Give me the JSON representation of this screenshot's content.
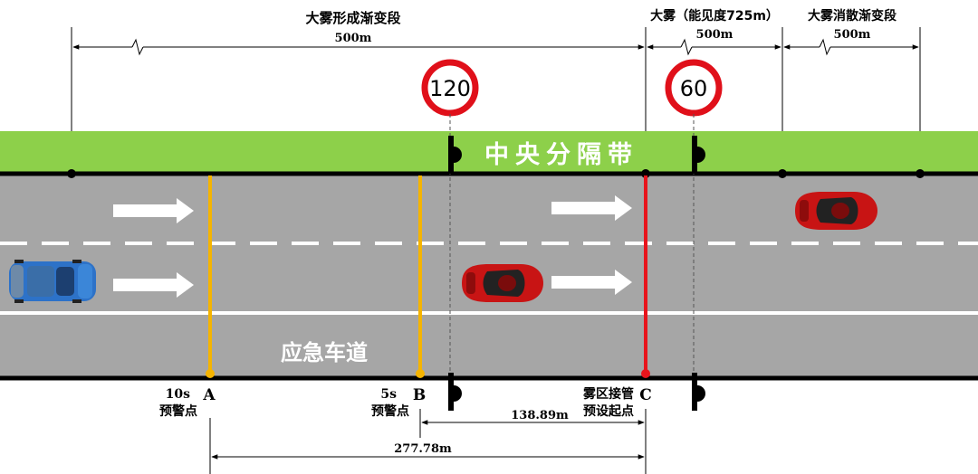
{
  "top_sections": {
    "formation": {
      "title": "大雾形成渐变段",
      "length": "500m"
    },
    "fog": {
      "title": "大雾（能见度725m）",
      "length": "500m"
    },
    "dissipation": {
      "title": "大雾消散渐变段",
      "length": "500m"
    }
  },
  "speed_signs": [
    {
      "value": "120"
    },
    {
      "value": "60"
    }
  ],
  "median": {
    "label": "中央分隔带"
  },
  "emergency_lane": {
    "label": "应急车道"
  },
  "points": {
    "A": {
      "letter": "A",
      "time": "10s",
      "label": "预警点"
    },
    "B": {
      "letter": "B",
      "time": "5s",
      "label": "预警点"
    },
    "C": {
      "letter": "C",
      "label_line1": "雾区接管",
      "label_line2": "预设起点"
    }
  },
  "distances": {
    "b_to_c": "138.89m",
    "a_to_c": "277.78m"
  },
  "colors": {
    "median_green": "#8dd04a",
    "road_gray": "#a6a6a6",
    "warning_orange": "#f5b400",
    "takeover_red": "#e8141c",
    "sign_red": "#e0101a",
    "car_red": "#c81414",
    "car_blue": "#2d72c8"
  },
  "icons": {
    "arrows": "right-arrow-icon",
    "cars": "car-icon",
    "signs": "speed-limit-sign-icon"
  }
}
